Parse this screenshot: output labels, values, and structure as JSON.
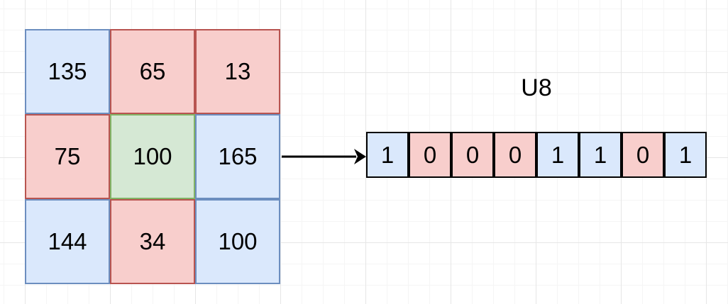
{
  "matrix": {
    "rows": [
      [
        {
          "value": "135",
          "color": "blue"
        },
        {
          "value": "65",
          "color": "red"
        },
        {
          "value": "13",
          "color": "red"
        }
      ],
      [
        {
          "value": "75",
          "color": "red"
        },
        {
          "value": "100",
          "color": "green"
        },
        {
          "value": "165",
          "color": "blue"
        }
      ],
      [
        {
          "value": "144",
          "color": "blue"
        },
        {
          "value": "34",
          "color": "red"
        },
        {
          "value": "100",
          "color": "blue"
        }
      ]
    ]
  },
  "binary": {
    "label": "U8",
    "cells": [
      {
        "value": "1",
        "color": "blue"
      },
      {
        "value": "0",
        "color": "red"
      },
      {
        "value": "0",
        "color": "red"
      },
      {
        "value": "0",
        "color": "red"
      },
      {
        "value": "1",
        "color": "blue"
      },
      {
        "value": "1",
        "color": "blue"
      },
      {
        "value": "0",
        "color": "red"
      },
      {
        "value": "1",
        "color": "blue"
      }
    ]
  },
  "icons": {
    "arrow_right": "right-arrow"
  },
  "colors": {
    "blue_fill": "#dae8fc",
    "blue_stroke": "#6c8ebf",
    "red_fill": "#f8cecc",
    "red_stroke": "#b85450",
    "green_fill": "#d5e8d4",
    "green_stroke": "#82b366",
    "arrow": "#000000",
    "text": "#000000"
  }
}
